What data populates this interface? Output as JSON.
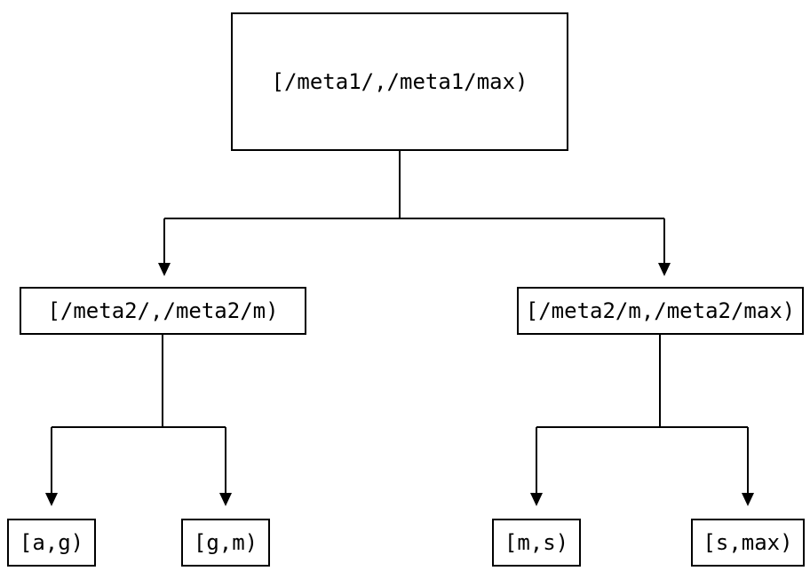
{
  "diagram": {
    "type": "tree",
    "background_color": "#ffffff",
    "line_color": "#000000",
    "box_border_color": "#000000",
    "text_color": "#000000",
    "nodes": {
      "root": {
        "label": "[/meta1/,/meta1/max)"
      },
      "mid_left": {
        "label": "[/meta2/,/meta2/m)"
      },
      "mid_right": {
        "label": "[/meta2/m,/meta2/max)"
      },
      "leaf_ag": {
        "label": "[a,g)"
      },
      "leaf_gm": {
        "label": "[g,m)"
      },
      "leaf_ms": {
        "label": "[m,s)"
      },
      "leaf_smax": {
        "label": "[s,max)"
      }
    },
    "edges": [
      {
        "from": "root",
        "to": "mid_left"
      },
      {
        "from": "root",
        "to": "mid_right"
      },
      {
        "from": "mid_left",
        "to": "leaf_ag"
      },
      {
        "from": "mid_left",
        "to": "leaf_gm"
      },
      {
        "from": "mid_right",
        "to": "leaf_ms"
      },
      {
        "from": "mid_right",
        "to": "leaf_smax"
      }
    ]
  }
}
